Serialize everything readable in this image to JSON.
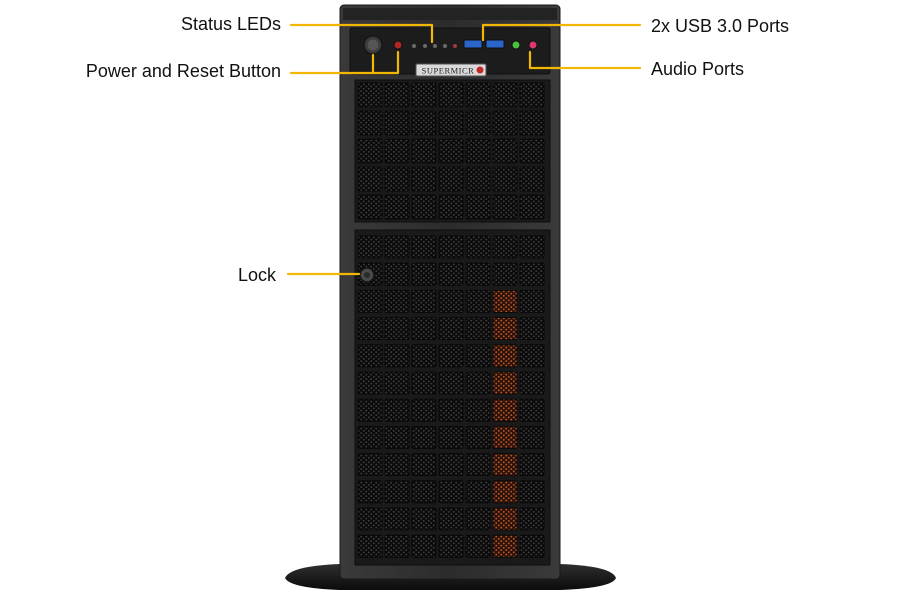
{
  "callouts": {
    "status_leds": "Status LEDs",
    "usb_ports": "2x USB 3.0 Ports",
    "power_reset": "Power and Reset Button",
    "audio_ports": "Audio Ports",
    "lock": "Lock"
  },
  "branding": {
    "logo_text": "SUPERMICR"
  },
  "colors": {
    "leader_line": "#f2b705",
    "chassis": "#2b2b2b",
    "bezel": "#1b1b1b",
    "vent": "#0d0d0d",
    "usb_port": "#2a66c9",
    "audio_green": "#4cc13d",
    "audio_pink": "#d83a6b",
    "drive_led": "#b8542a"
  }
}
